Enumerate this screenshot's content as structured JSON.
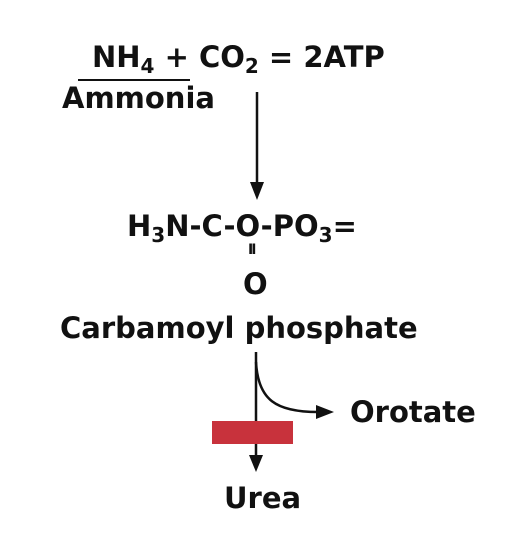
{
  "equation": {
    "nh": "NH",
    "nh_sub": "4",
    "plus_co": " + CO",
    "co_sub": "2",
    "rest": " = 2ATP"
  },
  "ammonia_label": "Ammonia",
  "formula": {
    "h": "H",
    "h_sub": "3",
    "mid": "N-C-O-PO",
    "po_sub": "3",
    "tail": "="
  },
  "double_bond": "II",
  "oxygen": "O",
  "carbamoyl_label": "Carbamoyl phosphate",
  "orotate_label": "Orotate",
  "urea_label": "Urea",
  "colors": {
    "block": "#c8323c",
    "ink": "#111111"
  }
}
